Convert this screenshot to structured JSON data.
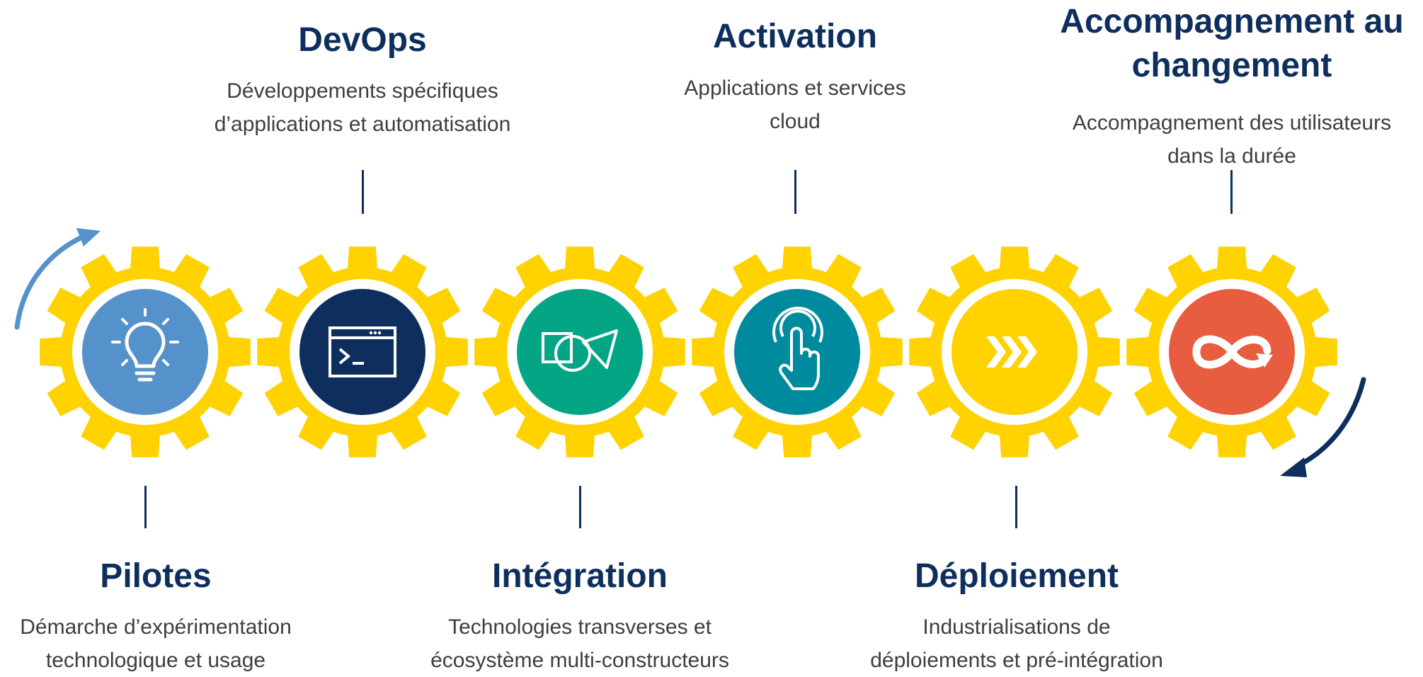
{
  "colors": {
    "gear": "#ffd200",
    "title": "#0e2f5e",
    "text": "#3e3e3e",
    "arrow_light": "#5592cc",
    "arrow_dark": "#0e2f5e"
  },
  "steps": [
    {
      "title": "Pilotes",
      "description_lines": [
        "Démarche d’expérimentation",
        "technologique et usage"
      ],
      "icon": "lightbulb-icon",
      "circle_color": "#5592cc"
    },
    {
      "title": "DevOps",
      "description_lines": [
        "Développements spécifiques",
        "d’applications et automatisation"
      ],
      "icon": "terminal-window-icon",
      "circle_color": "#0e2f5e"
    },
    {
      "title": "Intégration",
      "description_lines": [
        "Technologies transverses et",
        "écosystème multi-constructeurs"
      ],
      "icon": "shapes-icon",
      "circle_color": "#04a585"
    },
    {
      "title": "Activation",
      "description_lines": [
        "Applications et services",
        "cloud"
      ],
      "icon": "touch-hand-icon",
      "circle_color": "#008a9d"
    },
    {
      "title": "Déploiement",
      "description_lines": [
        "Industrialisations de",
        "déploiements et pré-intégration"
      ],
      "icon": "chevrons-right-icon",
      "circle_color": "#ffd200"
    },
    {
      "title_lines": [
        "Accompagnement au",
        "changement"
      ],
      "description_lines": [
        "Accompagnement des utilisateurs",
        "dans la durée"
      ],
      "icon": "infinity-loop-icon",
      "circle_color": "#e85c40"
    }
  ]
}
